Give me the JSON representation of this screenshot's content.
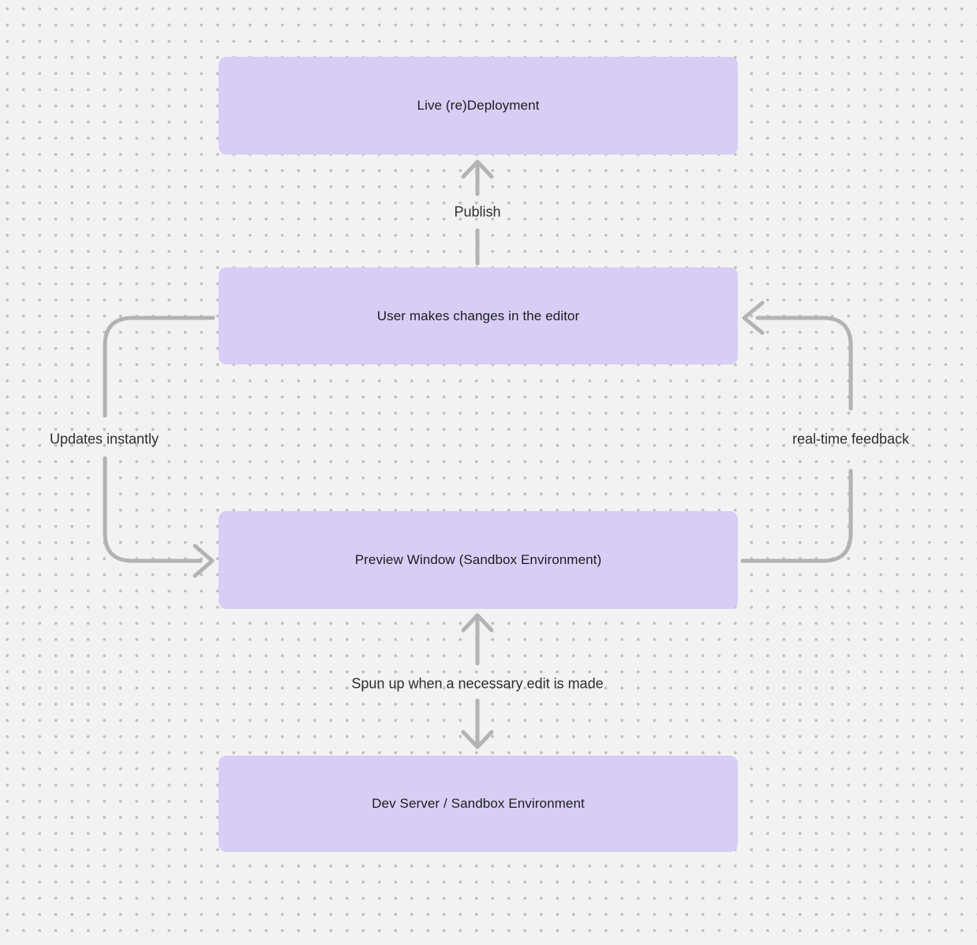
{
  "canvas": {
    "background_color": "#f2f2f2",
    "dot_color": "#bfbfbf"
  },
  "diagram": {
    "node_fill": "#d7cdf5",
    "node_text_color": "#1d1d1f",
    "arrow_color": "#b3b3b3",
    "nodes": [
      {
        "id": "live-deployment",
        "label": "Live (re)Deployment"
      },
      {
        "id": "user-editor",
        "label": "User makes changes in the editor"
      },
      {
        "id": "preview-window",
        "label": "Preview Window (Sandbox Environment)"
      },
      {
        "id": "dev-server",
        "label": "Dev Server / Sandbox Environment"
      }
    ],
    "edges": [
      {
        "id": "publish",
        "label": "Publish",
        "from": "user-editor",
        "to": "live-deployment",
        "direction": "up"
      },
      {
        "id": "updates-instantly",
        "label": "Updates instantly",
        "from": "user-editor",
        "to": "preview-window",
        "direction": "left-loop-down"
      },
      {
        "id": "real-time-feedback",
        "label": "real-time feedback",
        "from": "preview-window",
        "to": "user-editor",
        "direction": "right-loop-up"
      },
      {
        "id": "spun-up",
        "label": "Spun up when a necessary edit is made",
        "from": "preview-window",
        "to": "dev-server",
        "direction": "both"
      }
    ]
  }
}
